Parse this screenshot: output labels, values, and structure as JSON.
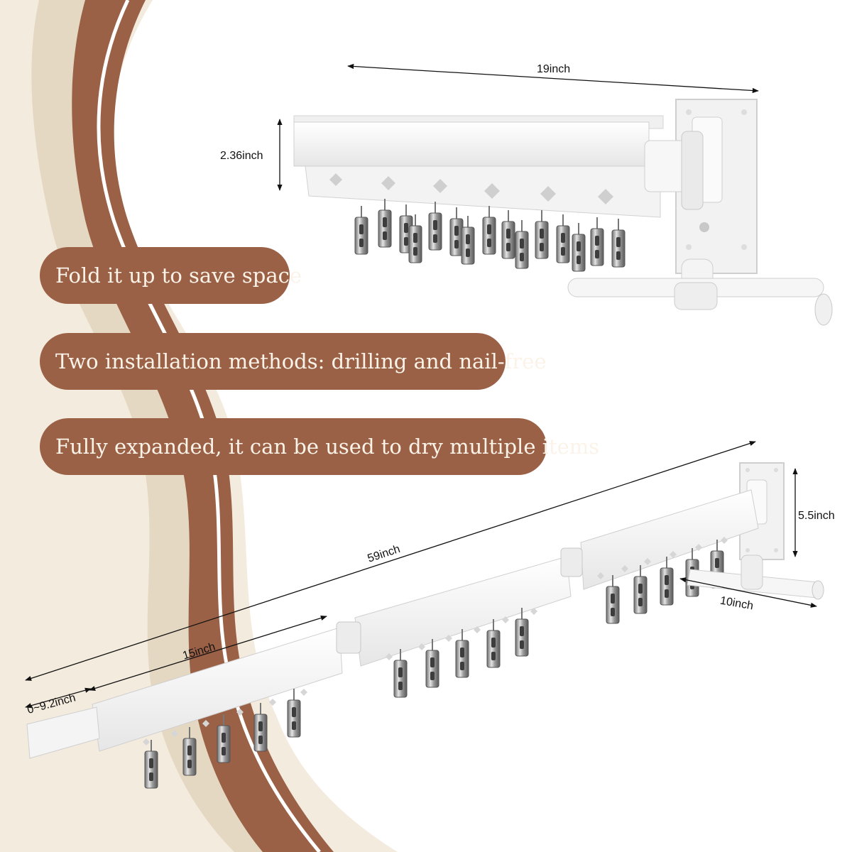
{
  "features": [
    "Fold it up to save space",
    "Two installation methods: drilling and nail-free",
    "Fully expanded, it can be used to dry multiple items"
  ],
  "dimensions": {
    "folded_length": "19inch",
    "folded_height": "2.36inch",
    "expanded_length": "59inch",
    "mount_height": "5.5inch",
    "bar_length": "10inch",
    "section_length": "15inch",
    "extension_range": "0~9.2inch"
  },
  "colors": {
    "brown": "#9b6146",
    "cream": "#f4ebdf",
    "pill_text": "#fbf3e8"
  }
}
